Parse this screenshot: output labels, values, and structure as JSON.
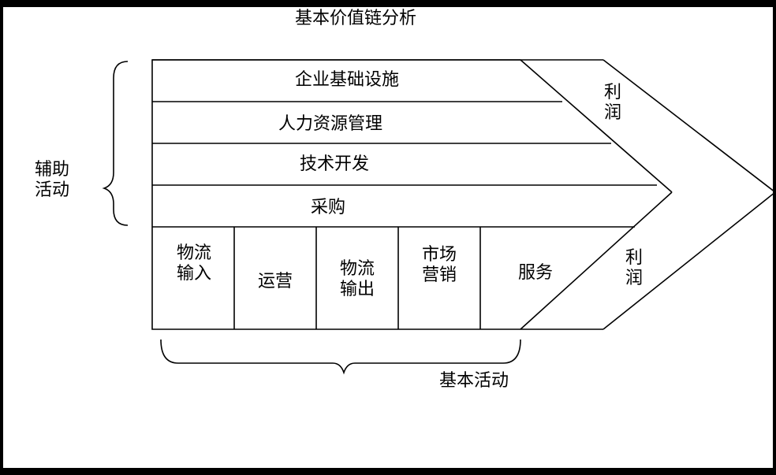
{
  "title": "基本价值链分析",
  "support": {
    "group_label_line1": "辅助",
    "group_label_line2": "活动",
    "rows": [
      "企业基础设施",
      "人力资源管理",
      "技术开发",
      "采购"
    ]
  },
  "primary": {
    "group_label": "基本活动",
    "cells": [
      {
        "line1": "物流",
        "line2": "输入"
      },
      {
        "line1": "运营",
        "line2": ""
      },
      {
        "line1": "物流",
        "line2": "输出"
      },
      {
        "line1": "市场",
        "line2": "营销"
      },
      {
        "line1": "服务",
        "line2": ""
      }
    ]
  },
  "margin_top": {
    "line1": "利",
    "line2": "润"
  },
  "margin_bottom": {
    "line1": "利",
    "line2": "润"
  }
}
